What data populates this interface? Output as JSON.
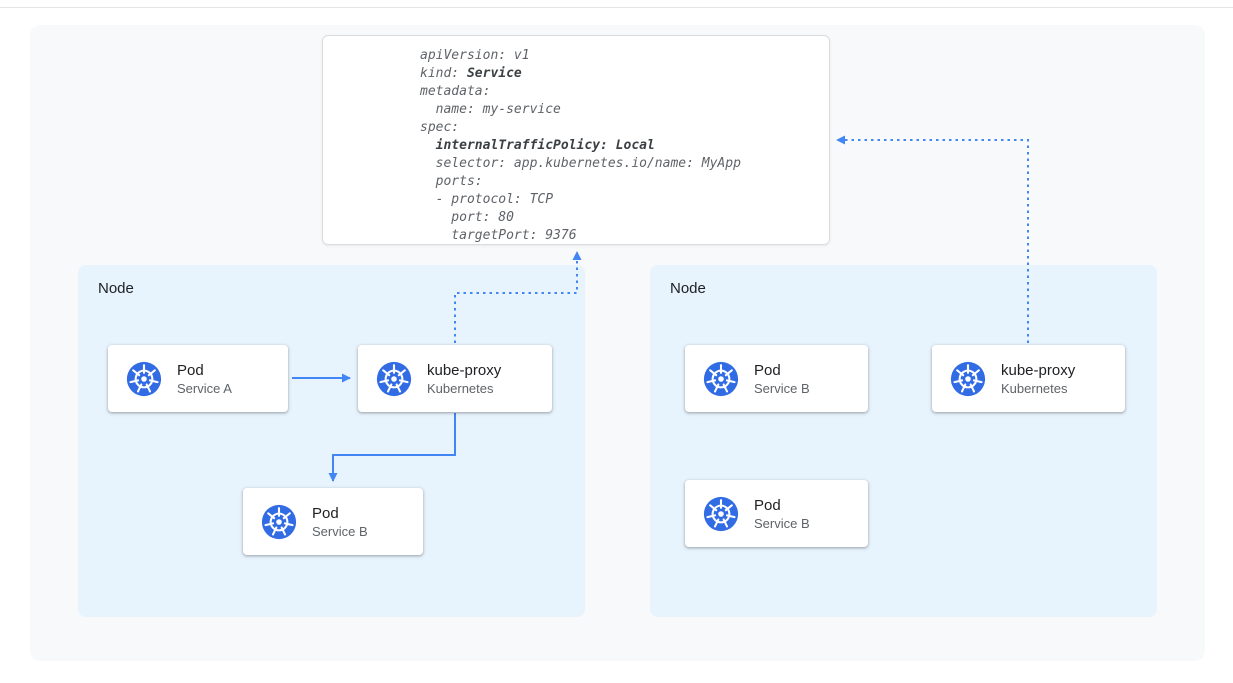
{
  "diagram": {
    "service_yaml": {
      "lines": [
        [
          {
            "t": "apiVersion: v1"
          }
        ],
        [
          {
            "t": "kind: "
          },
          {
            "t": "Service",
            "b": true
          }
        ],
        [
          {
            "t": "metadata:"
          }
        ],
        [
          {
            "t": "  name: my-service"
          }
        ],
        [
          {
            "t": "spec:"
          }
        ],
        [
          {
            "t": "  "
          },
          {
            "t": "internalTrafficPolicy: Local",
            "b": true
          }
        ],
        [
          {
            "t": "  selector: app.kubernetes.io/name: MyApp"
          }
        ],
        [
          {
            "t": "  ports:"
          }
        ],
        [
          {
            "t": "  - protocol: TCP"
          }
        ],
        [
          {
            "t": "    port: 80"
          }
        ],
        [
          {
            "t": "    targetPort: 9376"
          }
        ]
      ]
    },
    "nodes": [
      {
        "label": "Node",
        "cards": [
          {
            "title": "Pod",
            "subtitle": "Service A",
            "icon": "kubernetes-icon"
          },
          {
            "title": "kube-proxy",
            "subtitle": "Kubernetes",
            "icon": "kubernetes-icon"
          },
          {
            "title": "Pod",
            "subtitle": "Service B",
            "icon": "kubernetes-icon"
          }
        ]
      },
      {
        "label": "Node",
        "cards": [
          {
            "title": "Pod",
            "subtitle": "Service B",
            "icon": "kubernetes-icon"
          },
          {
            "title": "kube-proxy",
            "subtitle": "Kubernetes",
            "icon": "kubernetes-icon"
          },
          {
            "title": "Pod",
            "subtitle": "Service B",
            "icon": "kubernetes-icon"
          }
        ]
      }
    ],
    "arrows": [
      {
        "name": "pod-service-a-to-kube-proxy",
        "style": "solid"
      },
      {
        "name": "kube-proxy-to-pod-service-b",
        "style": "solid"
      },
      {
        "name": "kube-proxy-left-to-service-yaml",
        "style": "dotted"
      },
      {
        "name": "kube-proxy-right-to-service-yaml",
        "style": "dotted"
      }
    ],
    "colors": {
      "arrow": "#4285f4",
      "node_background": "#e7f3fd",
      "kubernetes_blue": "#326ce5",
      "yaml_text": "#5f6368",
      "canvas_background": "#f8f9fa"
    }
  }
}
